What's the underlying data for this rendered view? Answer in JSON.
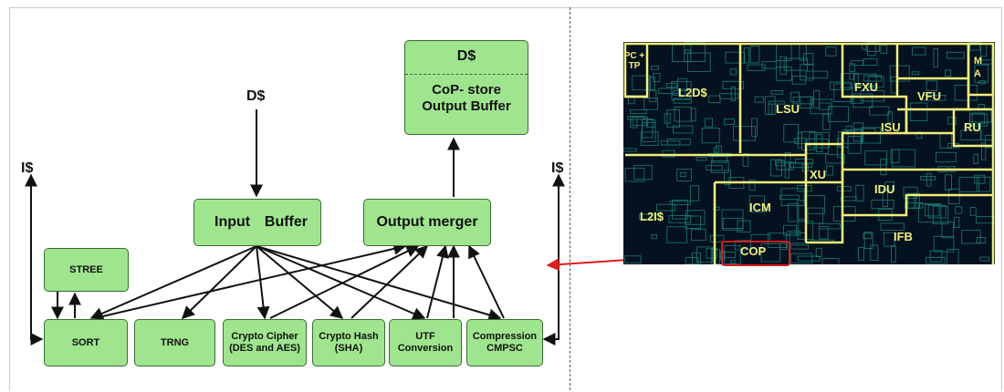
{
  "diagram": {
    "ports": {
      "d_in": "D$",
      "icache_left": "I$",
      "icache_right": "I$"
    },
    "dcache_box": {
      "top": "D$",
      "bottom_line1": "CoP- store",
      "bottom_line2": "Output Buffer"
    },
    "input_buffer": {
      "left": "Input",
      "right": "Buffer"
    },
    "output_merger": "Output merger",
    "stree": "STREE",
    "units": [
      {
        "id": "sort",
        "lines": [
          "SORT"
        ]
      },
      {
        "id": "trng",
        "lines": [
          "TRNG"
        ]
      },
      {
        "id": "crypto-cipher",
        "lines": [
          "Crypto Cipher",
          "(DES and AES)"
        ]
      },
      {
        "id": "crypto-hash",
        "lines": [
          "Crypto Hash",
          "(SHA)"
        ]
      },
      {
        "id": "utf",
        "lines": [
          "UTF",
          "Conversion"
        ]
      },
      {
        "id": "compression",
        "lines": [
          "Compression",
          "CMPSC"
        ]
      }
    ]
  },
  "die_map": {
    "labels": [
      "PC + TP",
      "L2D$",
      "LSU",
      "FXU",
      "VFU",
      "M A",
      "ISU",
      "RU",
      "XU",
      "IDU",
      "ICM",
      "L2I$",
      "IFB",
      "COP"
    ],
    "highlight": "COP",
    "colors": {
      "background": "#04111e",
      "boundary": "#f2ee7a",
      "circuit": "#2bd5c6",
      "highlight": "#e01919"
    }
  },
  "colors": {
    "box_fill": "#9fe58e",
    "box_border": "#3c6b34",
    "arrow": "#111111",
    "connector": "#e01919"
  }
}
